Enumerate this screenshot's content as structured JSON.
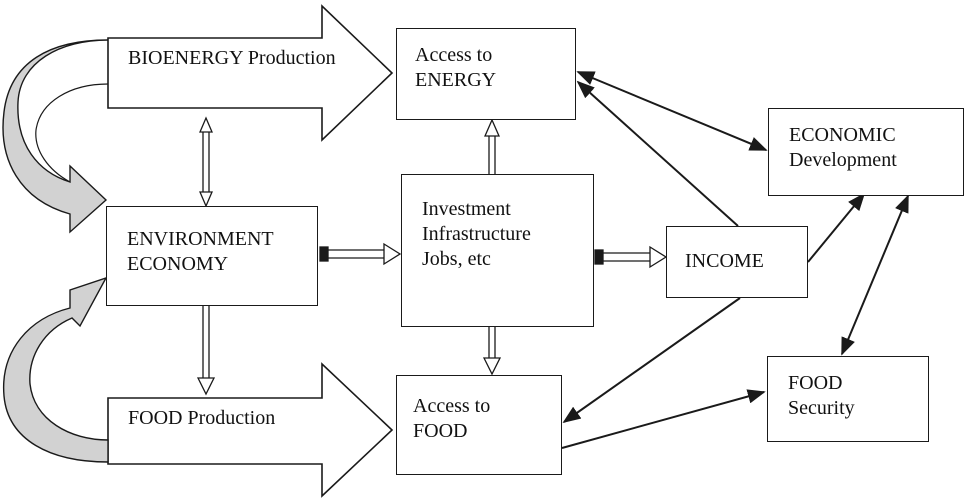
{
  "diagram": {
    "nodes": {
      "bioenergy": {
        "line1": "BIOENERGY",
        "line2": "Production"
      },
      "environment": {
        "line1": "ENVIRONMENT",
        "line2": "ECONOMY"
      },
      "food_production": {
        "line1": "FOOD",
        "line2": "Production"
      },
      "access_energy": {
        "line1": "Access to",
        "line2": "ENERGY"
      },
      "investment": {
        "line1": "Investment",
        "line2": "Infrastructure",
        "line3": "Jobs, etc"
      },
      "access_food": {
        "line1": "Access to",
        "line2": "FOOD"
      },
      "income": {
        "line1": "INCOME"
      },
      "economic": {
        "line1": "ECONOMIC",
        "line2": "Development"
      },
      "food_security": {
        "line1": "FOOD",
        "line2": "Security"
      }
    },
    "colors": {
      "stroke": "#1a1a1a",
      "curved_arrow_fill": "#d2d2d2",
      "background": "#ffffff"
    }
  }
}
